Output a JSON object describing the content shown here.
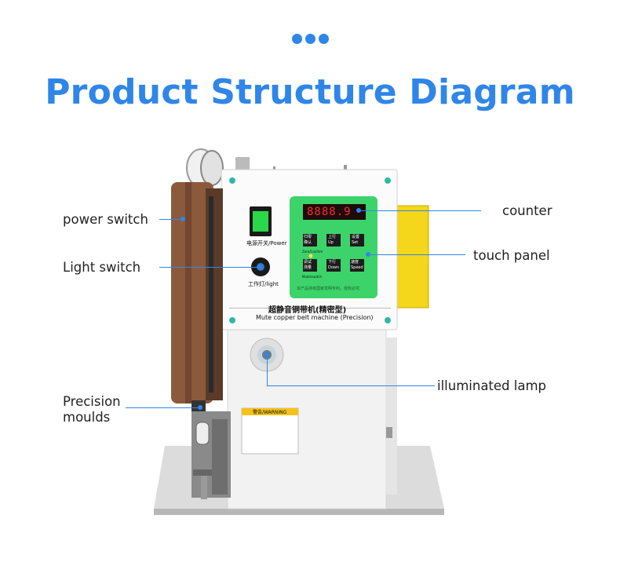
{
  "header": {
    "title": "Product Structure Diagram"
  },
  "callouts": {
    "power_switch": "power switch",
    "light_switch": "Light switch",
    "precision_moulds": [
      "Precision",
      "moulds"
    ],
    "counter": "counter",
    "touch_panel": "touch panel",
    "illuminated_lamp": "illuminated lamp"
  },
  "machine_panel": {
    "power_label": "电源开关/Power",
    "light_label": "工作灯/light",
    "display_value": "8888.9",
    "buttons": [
      [
        "归零",
        "确认"
      ],
      [
        "上行",
        "Up"
      ],
      [
        "设置",
        "Set"
      ],
      [
        "调试",
        "测量"
      ],
      [
        "下行",
        "Down"
      ],
      [
        "速度",
        "Speed"
      ]
    ],
    "zero_label": "Zero/Confirm",
    "mode_label": "Mode/switch",
    "notice": "本产品持有国家发明专利，侵权必究",
    "name_cn": "超静音铜带机(精密型)",
    "name_en": "Mute copper belt machine (Precision)",
    "warning": "警告/WARNING"
  },
  "colors": {
    "accent": "#2f86e8",
    "panel_green": "#3cd46a",
    "wood": "#8b5a3c",
    "yellow": "#f4d61a"
  }
}
